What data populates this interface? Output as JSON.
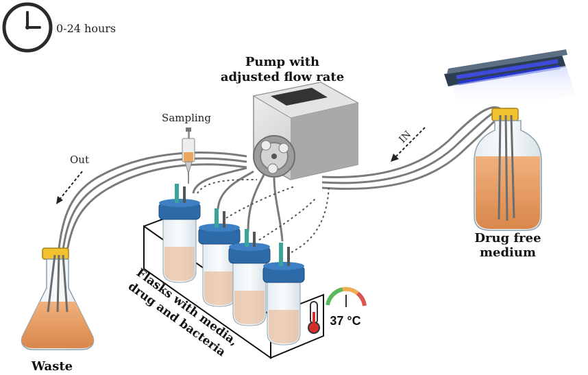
{
  "labels": {
    "time": "0-24 hours",
    "pump": [
      "Pump with",
      "adjusted flow rate"
    ],
    "sampling": "Sampling",
    "out": "Out",
    "in": "IN",
    "medium": [
      "Drug free",
      "medium"
    ],
    "waste": "Waste",
    "flasks": [
      "Flasks with media,",
      "drug and bacteria"
    ],
    "temperature": "37 °C"
  },
  "colors": {
    "medium": "#e9a26a",
    "cap_blue": "#2c6aa8",
    "cap_yellow": "#f2c12e",
    "uv": "#3d4bd8",
    "tube": "#7a7a7a"
  },
  "icons": [
    "clock-icon",
    "uv-lamp-icon",
    "thermometer-icon",
    "gauge-icon",
    "syringe-icon",
    "peristaltic-pump-icon"
  ]
}
